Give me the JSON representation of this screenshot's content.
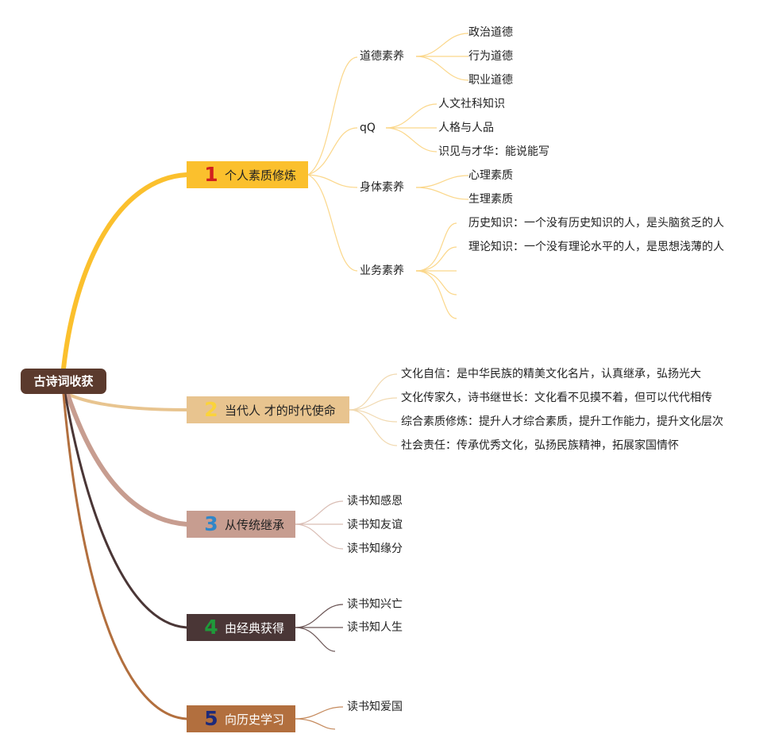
{
  "root": {
    "title": "古诗词收获"
  },
  "branches": [
    {
      "number": "1",
      "title": "个人素质修炼",
      "num_color": "#d1201f",
      "bg": "#fbc02d",
      "line": "#fbc02d",
      "groups": [
        {
          "label": "道德素养",
          "items": [
            "政治道德",
            "行为道德",
            "职业道德"
          ]
        },
        {
          "label": "qQ",
          "items": [
            "人文社科知识",
            "人格与人品",
            "识见与才华：能说能写"
          ]
        },
        {
          "label": "身体素养",
          "items": [
            "心理素质",
            "生理素质"
          ]
        },
        {
          "label": "业务素养",
          "items": [
            "历史知识：一个没有历史知识的人，是头脑贫乏的人",
            "理论知识：一个没有理论水平的人，是思想浅薄的人",
            "",
            "",
            ""
          ]
        }
      ]
    },
    {
      "number": "2",
      "title": "当代人 才的时代使命",
      "num_color": "#fbd33a",
      "bg": "#e8c48f",
      "line": "#e8c48f",
      "items": [
        "文化自信：是中华民族的精美文化名片，认真继承，弘扬光大",
        "文化传家久，诗书继世长：文化看不见摸不着，但可以代代相传",
        "综合素质修炼：提升人才综合素质，提升工作能力，提升文化层次",
        "社会责任：传承优秀文化，弘扬民族精神，拓展家国情怀"
      ]
    },
    {
      "number": "3",
      "title": "从传统继承",
      "num_color": "#2f86c8",
      "bg": "#c79d90",
      "line": "#c79d90",
      "items": [
        "读书知感恩",
        "读书知友谊",
        "读书知缘分"
      ]
    },
    {
      "number": "4",
      "title": "由经典获得",
      "num_color": "#1f9a3a",
      "bg": "#4a3636",
      "line": "#4a3636",
      "items": [
        "读书知兴亡",
        "读书知人生",
        ""
      ]
    },
    {
      "number": "5",
      "title": "向历史学习",
      "num_color": "#1d2a7a",
      "bg": "#b26f3e",
      "line": "#b26f3e",
      "items": [
        "读书知爱国",
        ""
      ]
    }
  ]
}
